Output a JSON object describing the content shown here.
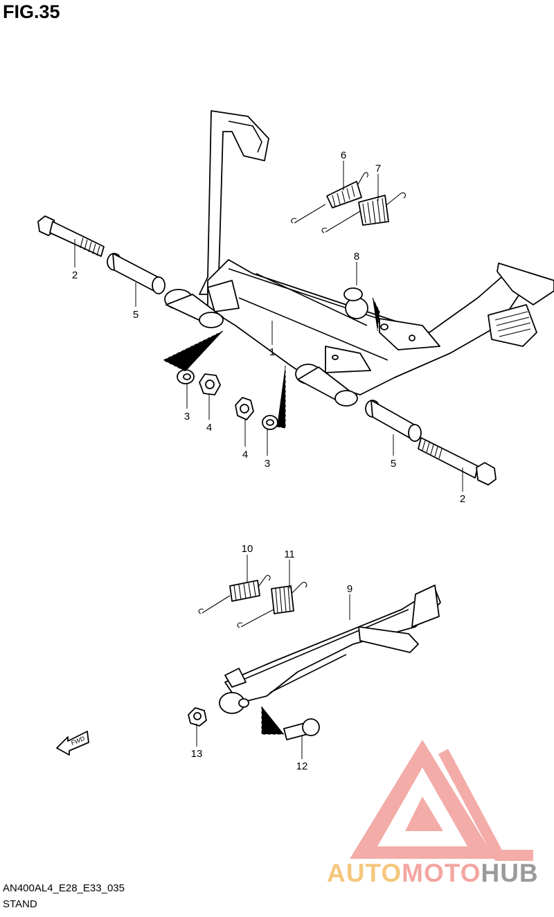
{
  "figure_title": "FIG.35",
  "footer": {
    "code": "AN400AL4_E28_E33_035",
    "name": "STAND"
  },
  "fwd_label": "FWD",
  "watermark": {
    "part1": "AUTO",
    "part2": "MOTO",
    "part3": "HUB",
    "colors": {
      "auto": "#f4c77d",
      "moto": "#f3a6a1",
      "hub": "#9a9a9a",
      "triangle": "#f29e99"
    }
  },
  "callouts": [
    {
      "id": "c1",
      "label": "1"
    },
    {
      "id": "c2a",
      "label": "2"
    },
    {
      "id": "c2b",
      "label": "2"
    },
    {
      "id": "c3a",
      "label": "3"
    },
    {
      "id": "c3b",
      "label": "3"
    },
    {
      "id": "c4a",
      "label": "4"
    },
    {
      "id": "c4b",
      "label": "4"
    },
    {
      "id": "c5a",
      "label": "5"
    },
    {
      "id": "c5b",
      "label": "5"
    },
    {
      "id": "c6",
      "label": "6"
    },
    {
      "id": "c7",
      "label": "7"
    },
    {
      "id": "c8",
      "label": "8"
    },
    {
      "id": "c9",
      "label": "9"
    },
    {
      "id": "c10",
      "label": "10"
    },
    {
      "id": "c11",
      "label": "11"
    },
    {
      "id": "c12",
      "label": "12"
    },
    {
      "id": "c13",
      "label": "13"
    }
  ]
}
